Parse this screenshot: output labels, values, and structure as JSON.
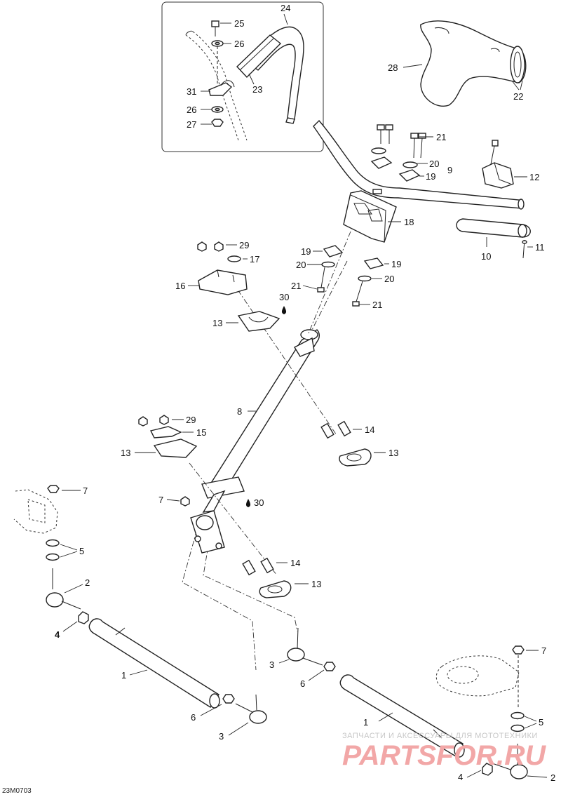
{
  "diagram": {
    "reference_code": "23M0703",
    "callouts": {
      "p1a": "1",
      "p1b": "1",
      "p2a": "2",
      "p2b": "2",
      "p3a": "3",
      "p3b": "3",
      "p4a": "4",
      "p4b": "4",
      "p5a": "5",
      "p5b": "5",
      "p6a": "6",
      "p6b": "6",
      "p7a": "7",
      "p7b": "7",
      "p7c": "7",
      "p8": "8",
      "p9": "9",
      "p10": "10",
      "p11": "11",
      "p12": "12",
      "p13a": "13",
      "p13b": "13",
      "p13c": "13",
      "p13d": "13",
      "p14a": "14",
      "p14b": "14",
      "p15": "15",
      "p16": "16",
      "p17": "17",
      "p18": "18",
      "p19a": "19",
      "p19b": "19",
      "p19c": "19",
      "p20a": "20",
      "p20b": "20",
      "p20c": "20",
      "p21a": "21",
      "p21b": "21",
      "p21c": "21",
      "p22": "22",
      "p23": "23",
      "p24": "24",
      "p25": "25",
      "p26a": "26",
      "p26b": "26",
      "p27": "27",
      "p28": "28",
      "p29a": "29",
      "p29b": "29",
      "p30a": "30",
      "p30b": "30",
      "p31": "31"
    }
  },
  "watermark": {
    "caption": "ЗАПЧАСТИ И АКСЕССУАРЫ ДЛЯ МОТОТЕХНИКИ",
    "brand": "PARTSFOR.RU"
  }
}
